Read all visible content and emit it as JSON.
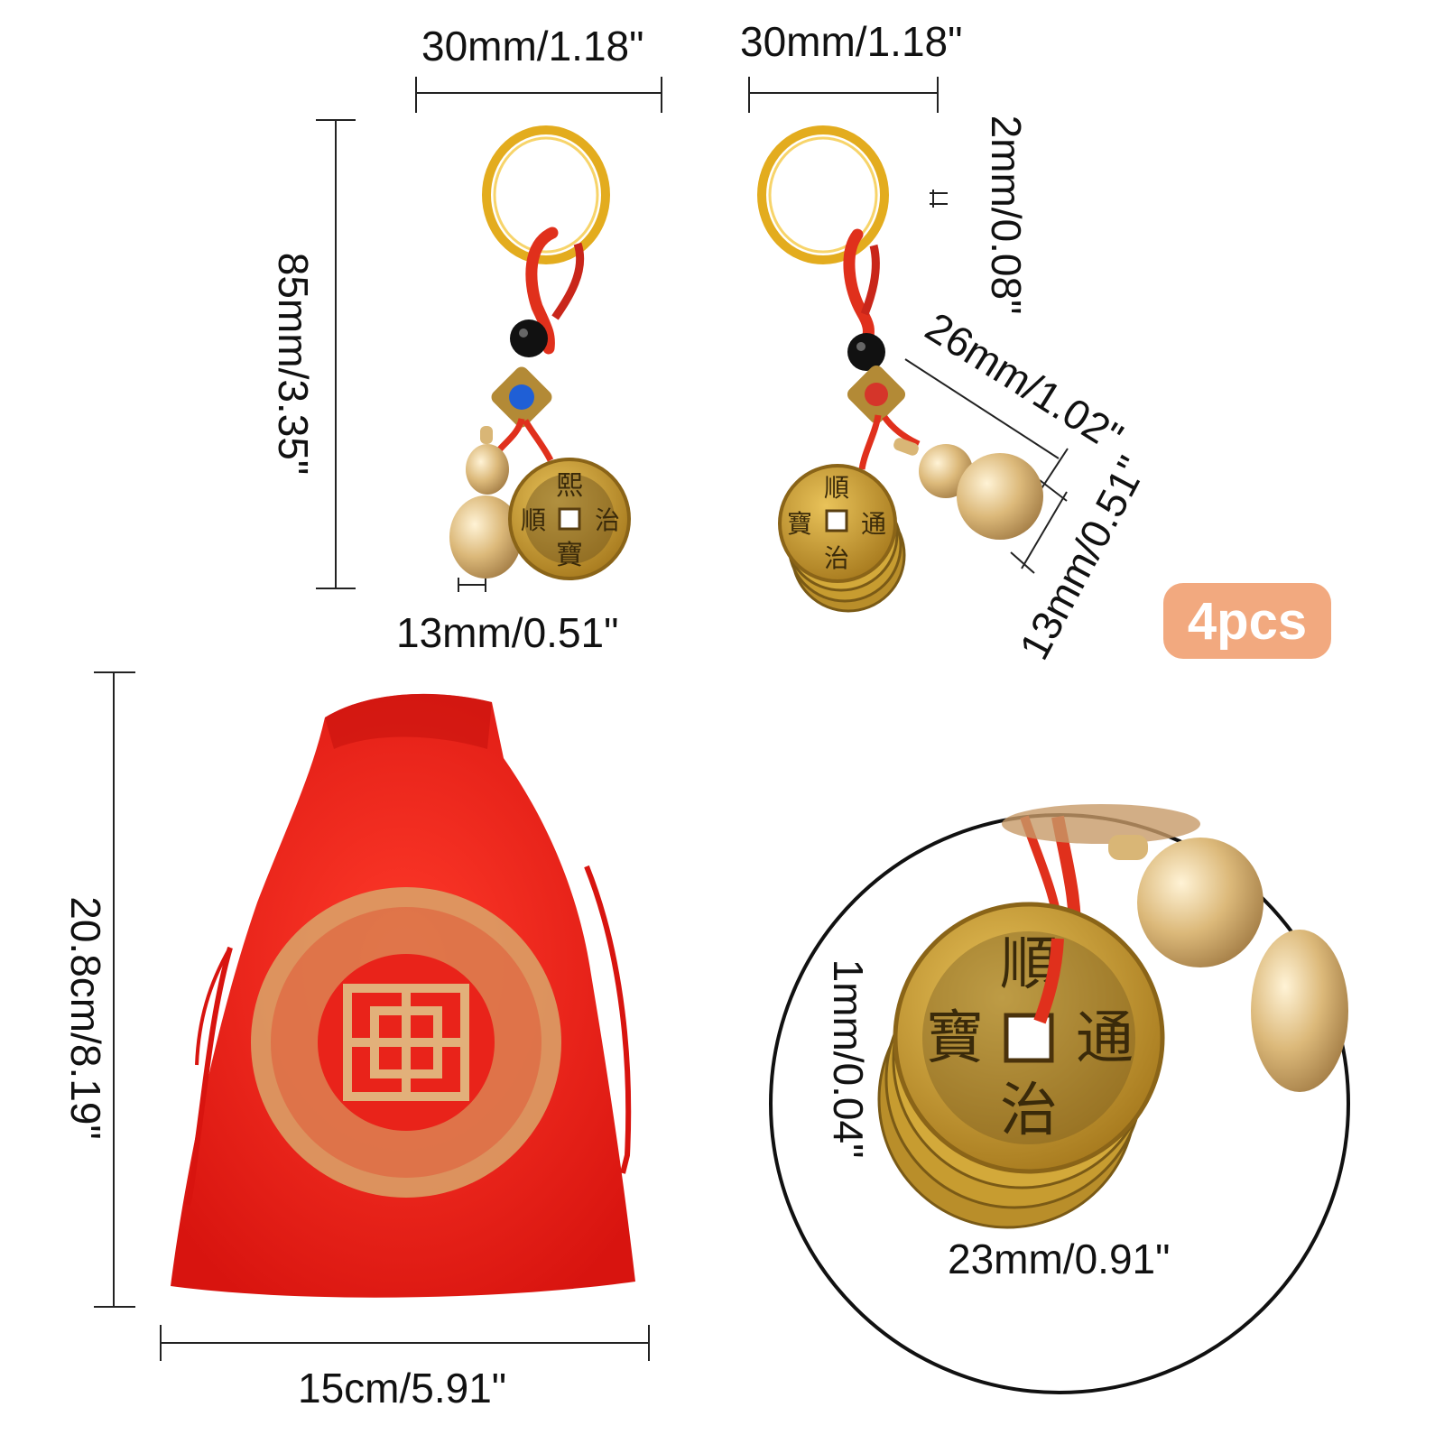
{
  "labels": {
    "ring_width_left": "30mm/1.18\"",
    "ring_width_right": "30mm/1.18\"",
    "keychain_length": "85mm/3.35\"",
    "ring_thickness": "2mm/0.08\"",
    "gourd_length": "26mm/1.02\"",
    "gourd_width_right": "13mm/0.51\"",
    "gourd_width_left": "13mm/0.51\"",
    "bag_height": "20.8cm/8.19\"",
    "bag_width": "15cm/5.91\"",
    "coin_thickness": "1mm/0.04\"",
    "coin_diameter": "23mm/0.91\""
  },
  "badge": {
    "text": "4pcs"
  },
  "colors": {
    "gold": "#d9a520",
    "brass": "#c9a24a",
    "cord_red": "#e0301c",
    "bag_red": "#ea1b1b",
    "badge": "#f2a97f"
  }
}
